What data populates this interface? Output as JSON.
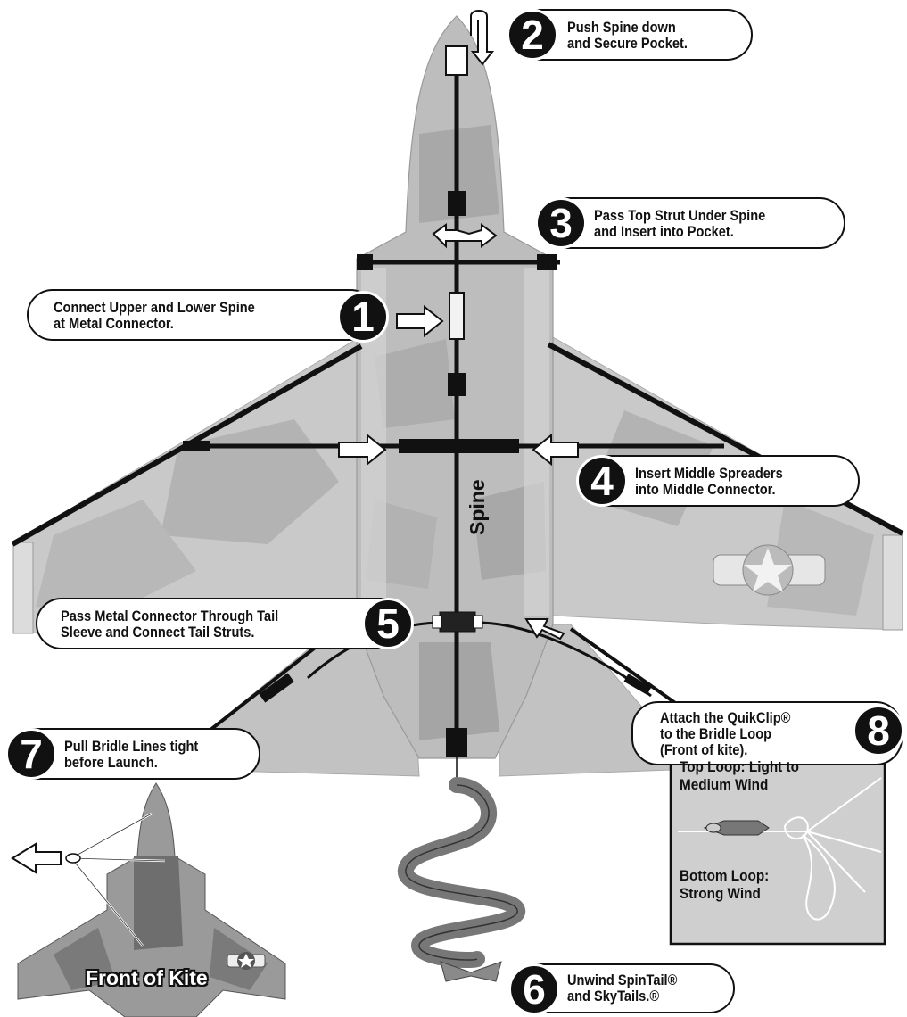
{
  "steps": [
    {
      "number": "1",
      "line1": "Connect Upper and Lower Spine",
      "line2": "at Metal Connector."
    },
    {
      "number": "2",
      "line1": "Push Spine down",
      "line2": "and Secure Pocket."
    },
    {
      "number": "3",
      "line1": "Pass Top Strut Under Spine",
      "line2": "and Insert into Pocket."
    },
    {
      "number": "4",
      "line1": "Insert Middle Spreaders",
      "line2": "into Middle Connector."
    },
    {
      "number": "5",
      "line1": "Pass Metal Connector Through Tail",
      "line2": "Sleeve and Connect Tail Struts."
    },
    {
      "number": "6",
      "line1": "Unwind SpinTail®",
      "line2": "and SkyTails.®"
    },
    {
      "number": "7",
      "line1": "Pull Bridle Lines tight",
      "line2": "before Launch."
    },
    {
      "number": "8",
      "line1": "Attach the QuikClip®",
      "line2": "to the  Bridle Loop",
      "line3": "(Front of kite)."
    }
  ],
  "spine_label": "Spine",
  "bridle_panel": {
    "top_loop_line1": "Top Loop: Light to",
    "top_loop_line2": "Medium Wind",
    "bottom_loop_line1": "Bottom Loop:",
    "bottom_loop_line2": "Strong Wind"
  },
  "front_of_kite_label": "Front of Kite",
  "colors": {
    "kite_light": "#c8c8c8",
    "kite_mid": "#a9a9a9",
    "kite_dark": "#8c8c8c",
    "outline": "#111111",
    "panel_bg": "#cfcfcf",
    "tail": "#777777"
  }
}
